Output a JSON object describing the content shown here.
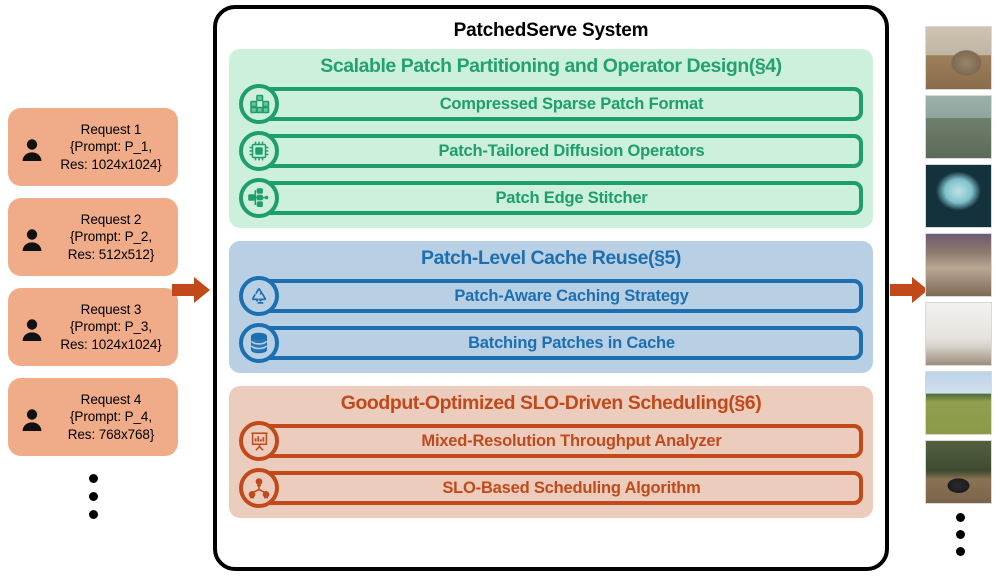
{
  "panel": {
    "title": "PatchedServe System"
  },
  "requests": {
    "items": [
      {
        "icon": "person-icon",
        "line1": "Request 1",
        "line2": "{Prompt: P_1,",
        "line3": "Res: 1024x1024}"
      },
      {
        "icon": "person-icon",
        "line1": "Request 2",
        "line2": "{Prompt: P_2,",
        "line3": "Res: 512x512}"
      },
      {
        "icon": "person-icon",
        "line1": "Request 3",
        "line2": "{Prompt: P_3,",
        "line3": "Res: 1024x1024}"
      },
      {
        "icon": "person-icon",
        "line1": "Request 4",
        "line2": "{Prompt: P_4,",
        "line3": "Res: 768x768}"
      }
    ],
    "ellipsis": "vertical-ellipsis",
    "card_color": "#f0ab89"
  },
  "arrows": {
    "input": "arrow-right-icon",
    "output": "arrow-right-icon",
    "color": "#c2491a"
  },
  "sections": [
    {
      "id": "scalable-patch-partitioning",
      "title": "Scalable Patch Partitioning and Operator Design(§4)",
      "accent": "#1e9e6a",
      "background": "#ccf0dc",
      "items": [
        {
          "icon": "stacked-blocks-icon",
          "label": "Compressed Sparse Patch Format"
        },
        {
          "icon": "chip-icon",
          "label": "Patch-Tailored Diffusion Operators"
        },
        {
          "icon": "hierarchy-icon",
          "label": "Patch Edge Stitcher"
        }
      ]
    },
    {
      "id": "patch-level-cache-reuse",
      "title": "Patch-Level Cache Reuse(§5)",
      "accent": "#1c6fb1",
      "background": "#b9d0e4",
      "items": [
        {
          "icon": "recycle-icon",
          "label": "Patch-Aware Caching Strategy"
        },
        {
          "icon": "database-icon",
          "label": "Batching Patches in Cache"
        }
      ]
    },
    {
      "id": "goodput-optimized-slo-scheduling",
      "title": "Goodput-Optimized SLO-Driven Scheduling(§6)",
      "accent": "#c2491a",
      "background": "#eccdbd",
      "items": [
        {
          "icon": "presentation-chart-icon",
          "label": "Mixed-Resolution Throughput Analyzer"
        },
        {
          "icon": "network-cluster-icon",
          "label": "SLO-Based Scheduling Algorithm"
        }
      ]
    }
  ],
  "outputs": {
    "images": [
      {
        "name": "cat-on-desk-thumbnail"
      },
      {
        "name": "train-on-tracks-thumbnail"
      },
      {
        "name": "boat-in-tunnel-thumbnail"
      },
      {
        "name": "cathedral-interior-thumbnail"
      },
      {
        "name": "bathroom-vanity-thumbnail"
      },
      {
        "name": "field-landscape-thumbnail"
      },
      {
        "name": "motorcycle-in-forest-thumbnail"
      }
    ],
    "ellipsis": "vertical-ellipsis"
  }
}
